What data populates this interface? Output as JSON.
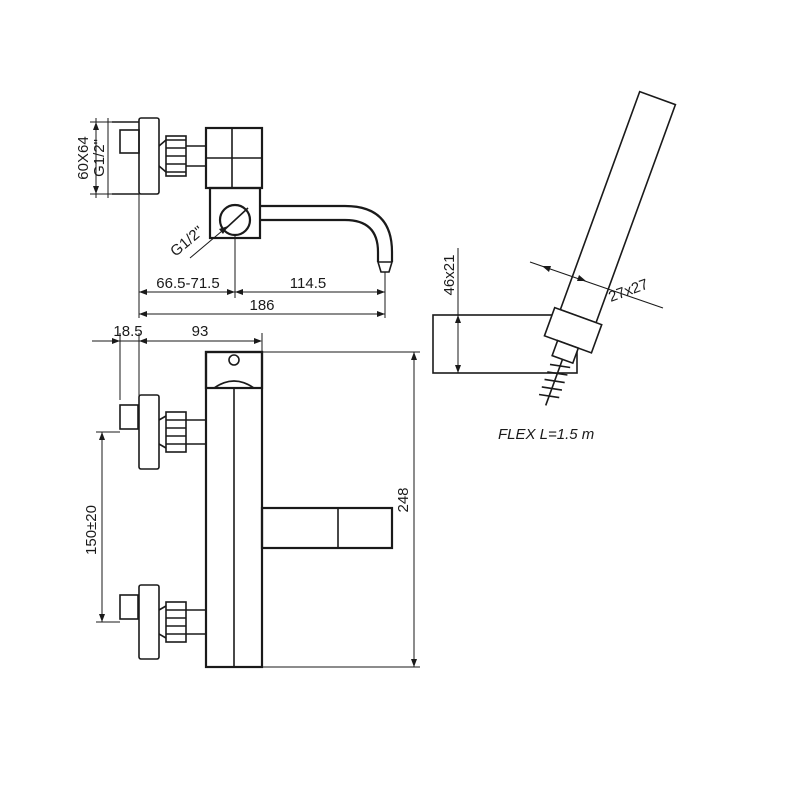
{
  "top_view": {
    "label_dims": "60X64",
    "label_thread_left": "G1/2\"",
    "label_thread_outlet": "G1/2\"",
    "dim_offset": "66.5-71.5",
    "dim_spout": "114.5",
    "dim_overall": "186"
  },
  "front_view": {
    "dim_wall": "18.5",
    "dim_depth": "93",
    "dim_centers": "150±20",
    "dim_height": "248"
  },
  "hand_shower": {
    "dim_holder": "46x21",
    "dim_handle": "27x27",
    "flex_note": "FLEX L=1.5 m"
  }
}
